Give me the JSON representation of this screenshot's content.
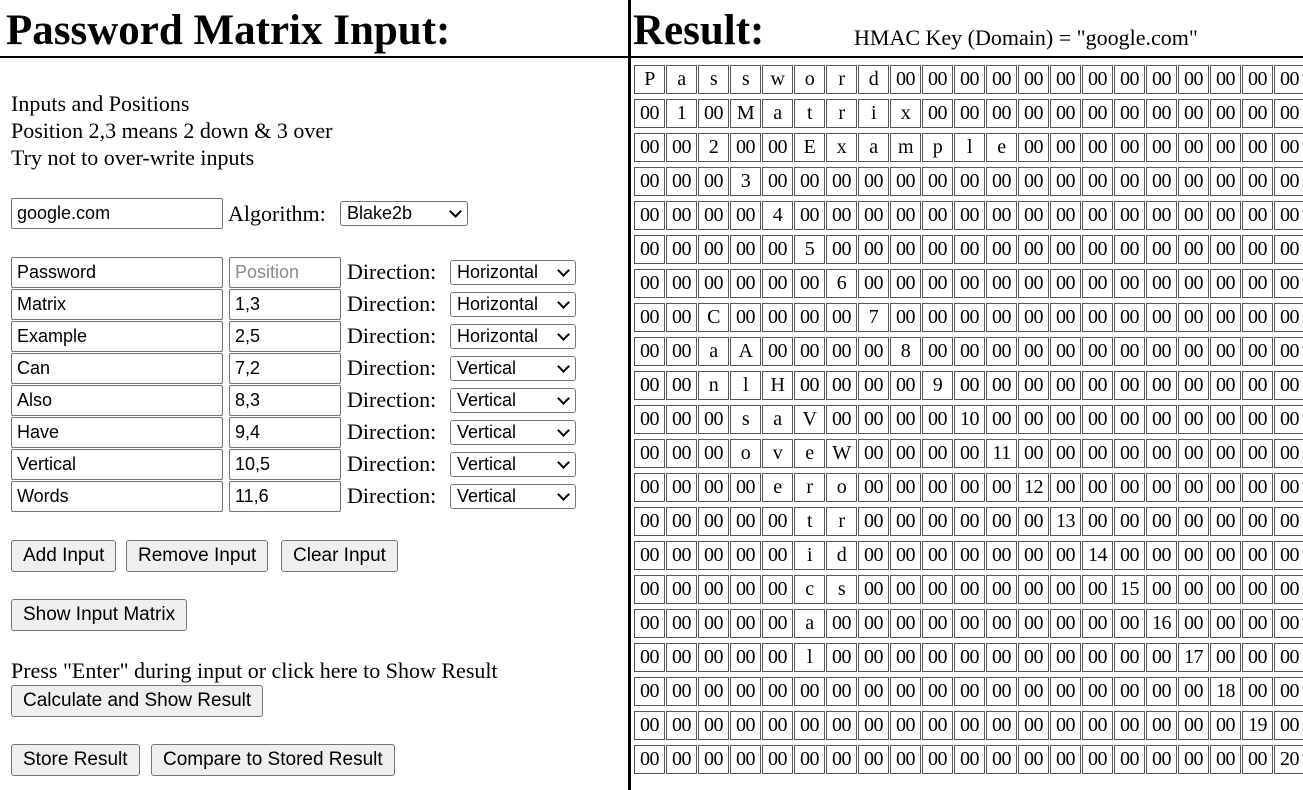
{
  "left_panel": {
    "title": "Password Matrix Input:",
    "instructions": [
      "Inputs and Positions",
      "Position 2,3 means 2 down & 3 over",
      "Try not to over-write inputs"
    ],
    "domain_value": "google.com",
    "algorithm_label": "Algorithm:",
    "algorithm_value": "Blake2b",
    "inputs": [
      {
        "text": "Password",
        "position": "",
        "position_placeholder": "Position",
        "direction": "Horizontal"
      },
      {
        "text": "Matrix",
        "position": "1,3",
        "position_placeholder": "",
        "direction": "Horizontal"
      },
      {
        "text": "Example",
        "position": "2,5",
        "position_placeholder": "",
        "direction": "Horizontal"
      },
      {
        "text": "Can",
        "position": "7,2",
        "position_placeholder": "",
        "direction": "Vertical"
      },
      {
        "text": "Also",
        "position": "8,3",
        "position_placeholder": "",
        "direction": "Vertical"
      },
      {
        "text": "Have",
        "position": "9,4",
        "position_placeholder": "",
        "direction": "Vertical"
      },
      {
        "text": "Vertical",
        "position": "10,5",
        "position_placeholder": "",
        "direction": "Vertical"
      },
      {
        "text": "Words",
        "position": "11,6",
        "position_placeholder": "",
        "direction": "Vertical"
      }
    ],
    "direction_label": "Direction:",
    "buttons": {
      "add": "Add Input",
      "remove": "Remove Input",
      "clear": "Clear Input",
      "show_matrix": "Show Input Matrix",
      "calculate": "Calculate and Show Result",
      "store": "Store Result",
      "compare": "Compare to Stored Result"
    },
    "enter_hint": "Press \"Enter\" during input or click here to Show Result"
  },
  "right_panel": {
    "title": "Result:",
    "hmac_label": "HMAC Key (Domain) = \"google.com\"",
    "matrix": [
      [
        "P",
        "a",
        "s",
        "s",
        "w",
        "o",
        "r",
        "d",
        "00",
        "00",
        "00",
        "00",
        "00",
        "00",
        "00",
        "00",
        "00",
        "00",
        "00",
        "00",
        "00"
      ],
      [
        "00",
        "1",
        "00",
        "M",
        "a",
        "t",
        "r",
        "i",
        "x",
        "00",
        "00",
        "00",
        "00",
        "00",
        "00",
        "00",
        "00",
        "00",
        "00",
        "00",
        "00"
      ],
      [
        "00",
        "00",
        "2",
        "00",
        "00",
        "E",
        "x",
        "a",
        "m",
        "p",
        "l",
        "e",
        "00",
        "00",
        "00",
        "00",
        "00",
        "00",
        "00",
        "00",
        "00"
      ],
      [
        "00",
        "00",
        "00",
        "3",
        "00",
        "00",
        "00",
        "00",
        "00",
        "00",
        "00",
        "00",
        "00",
        "00",
        "00",
        "00",
        "00",
        "00",
        "00",
        "00",
        "00"
      ],
      [
        "00",
        "00",
        "00",
        "00",
        "4",
        "00",
        "00",
        "00",
        "00",
        "00",
        "00",
        "00",
        "00",
        "00",
        "00",
        "00",
        "00",
        "00",
        "00",
        "00",
        "00"
      ],
      [
        "00",
        "00",
        "00",
        "00",
        "00",
        "5",
        "00",
        "00",
        "00",
        "00",
        "00",
        "00",
        "00",
        "00",
        "00",
        "00",
        "00",
        "00",
        "00",
        "00",
        "00"
      ],
      [
        "00",
        "00",
        "00",
        "00",
        "00",
        "00",
        "6",
        "00",
        "00",
        "00",
        "00",
        "00",
        "00",
        "00",
        "00",
        "00",
        "00",
        "00",
        "00",
        "00",
        "00"
      ],
      [
        "00",
        "00",
        "C",
        "00",
        "00",
        "00",
        "00",
        "7",
        "00",
        "00",
        "00",
        "00",
        "00",
        "00",
        "00",
        "00",
        "00",
        "00",
        "00",
        "00",
        "00"
      ],
      [
        "00",
        "00",
        "a",
        "A",
        "00",
        "00",
        "00",
        "00",
        "8",
        "00",
        "00",
        "00",
        "00",
        "00",
        "00",
        "00",
        "00",
        "00",
        "00",
        "00",
        "00"
      ],
      [
        "00",
        "00",
        "n",
        "l",
        "H",
        "00",
        "00",
        "00",
        "00",
        "9",
        "00",
        "00",
        "00",
        "00",
        "00",
        "00",
        "00",
        "00",
        "00",
        "00",
        "00"
      ],
      [
        "00",
        "00",
        "00",
        "s",
        "a",
        "V",
        "00",
        "00",
        "00",
        "00",
        "10",
        "00",
        "00",
        "00",
        "00",
        "00",
        "00",
        "00",
        "00",
        "00",
        "00"
      ],
      [
        "00",
        "00",
        "00",
        "o",
        "v",
        "e",
        "W",
        "00",
        "00",
        "00",
        "00",
        "11",
        "00",
        "00",
        "00",
        "00",
        "00",
        "00",
        "00",
        "00",
        "00"
      ],
      [
        "00",
        "00",
        "00",
        "00",
        "e",
        "r",
        "o",
        "00",
        "00",
        "00",
        "00",
        "00",
        "12",
        "00",
        "00",
        "00",
        "00",
        "00",
        "00",
        "00",
        "00"
      ],
      [
        "00",
        "00",
        "00",
        "00",
        "00",
        "t",
        "r",
        "00",
        "00",
        "00",
        "00",
        "00",
        "00",
        "13",
        "00",
        "00",
        "00",
        "00",
        "00",
        "00",
        "00"
      ],
      [
        "00",
        "00",
        "00",
        "00",
        "00",
        "i",
        "d",
        "00",
        "00",
        "00",
        "00",
        "00",
        "00",
        "00",
        "14",
        "00",
        "00",
        "00",
        "00",
        "00",
        "00"
      ],
      [
        "00",
        "00",
        "00",
        "00",
        "00",
        "c",
        "s",
        "00",
        "00",
        "00",
        "00",
        "00",
        "00",
        "00",
        "00",
        "15",
        "00",
        "00",
        "00",
        "00",
        "00"
      ],
      [
        "00",
        "00",
        "00",
        "00",
        "00",
        "a",
        "00",
        "00",
        "00",
        "00",
        "00",
        "00",
        "00",
        "00",
        "00",
        "00",
        "16",
        "00",
        "00",
        "00",
        "00"
      ],
      [
        "00",
        "00",
        "00",
        "00",
        "00",
        "l",
        "00",
        "00",
        "00",
        "00",
        "00",
        "00",
        "00",
        "00",
        "00",
        "00",
        "00",
        "17",
        "00",
        "00",
        "00"
      ],
      [
        "00",
        "00",
        "00",
        "00",
        "00",
        "00",
        "00",
        "00",
        "00",
        "00",
        "00",
        "00",
        "00",
        "00",
        "00",
        "00",
        "00",
        "00",
        "18",
        "00",
        "00"
      ],
      [
        "00",
        "00",
        "00",
        "00",
        "00",
        "00",
        "00",
        "00",
        "00",
        "00",
        "00",
        "00",
        "00",
        "00",
        "00",
        "00",
        "00",
        "00",
        "00",
        "19",
        "00"
      ],
      [
        "00",
        "00",
        "00",
        "00",
        "00",
        "00",
        "00",
        "00",
        "00",
        "00",
        "00",
        "00",
        "00",
        "00",
        "00",
        "00",
        "00",
        "00",
        "00",
        "00",
        "20"
      ]
    ]
  }
}
